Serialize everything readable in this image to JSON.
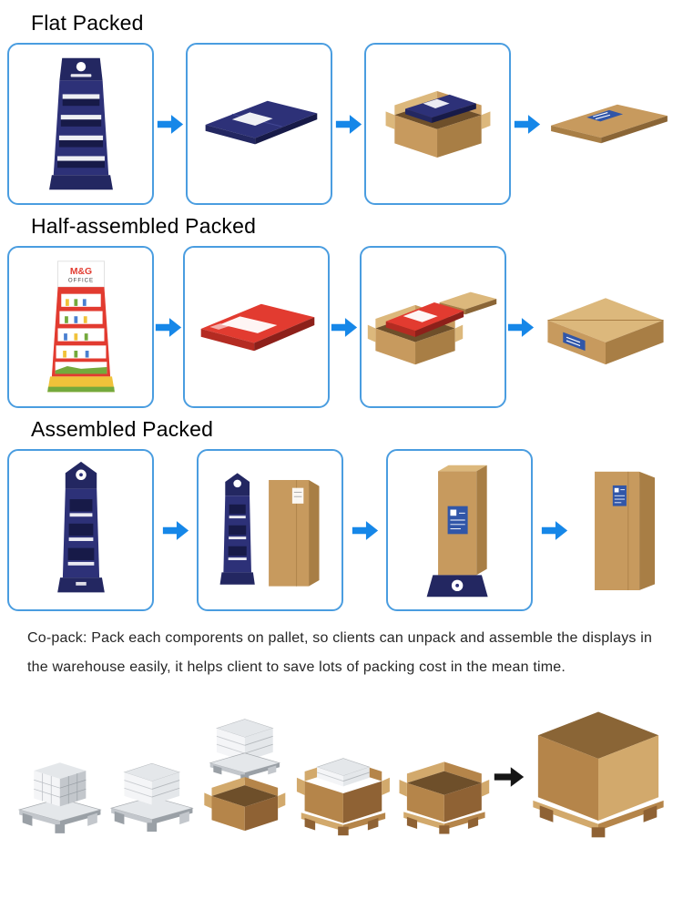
{
  "sections": [
    {
      "title": "Flat Packed",
      "steps": [
        "flat-display-stand",
        "folded-flat-panels",
        "panels-in-open-carton",
        "wrapped-flat-package"
      ]
    },
    {
      "title": "Half-assembled Packed",
      "steps": [
        "half-assembled-display",
        "shrink-wrapped-flat-box",
        "flat-box-into-carton",
        "closed-carton"
      ]
    },
    {
      "title": "Assembled Packed",
      "steps": [
        "assembled-display",
        "display-with-cover-box",
        "boxed-display-with-label",
        "tall-closed-carton"
      ]
    }
  ],
  "logos": {
    "mg": {
      "line1": "M&G",
      "line2": "OFFICE"
    }
  },
  "copack": {
    "line1": "Co-pack: Pack each comporents on pallet, so clients can unpack and assemble the displays in",
    "line2": "the warehouse easily, it helps client to save lots of packing cost in the mean time."
  },
  "bottom_flow": [
    "pallet-with-shelf-unit",
    "pallet-with-panel-stack",
    "panel-stack-over-open-box",
    "open-box-with-panels",
    "open-empty-box",
    "black-right-arrow",
    "packed-box-on-pallet"
  ],
  "colors": {
    "arrow-blue": "#1687e8",
    "box-border-blue": "#4a9de0",
    "navy": "#2d3178",
    "navy-dark": "#232761",
    "navy-darker": "#171a48",
    "tan": "#c79a5e",
    "tan-dark": "#a87e45",
    "tan-darker": "#8a6536",
    "tan-light": "#dcb87c",
    "cavity": "#6e4f2a",
    "red": "#e23b30",
    "red-dark": "#b42b22",
    "red-darker": "#8d201a",
    "label-blue": "#3156a8",
    "gray": "#c3c7cc",
    "gray-light": "#e4e7ea",
    "gray-dark": "#9aa0a6",
    "brown": "#b5854a",
    "brown-dark": "#8f6234",
    "brown-light": "#d2a96c",
    "accent-yellow": "#f0c23a",
    "accent-green": "#74a93c",
    "black": "#161616",
    "text": "#262626"
  }
}
